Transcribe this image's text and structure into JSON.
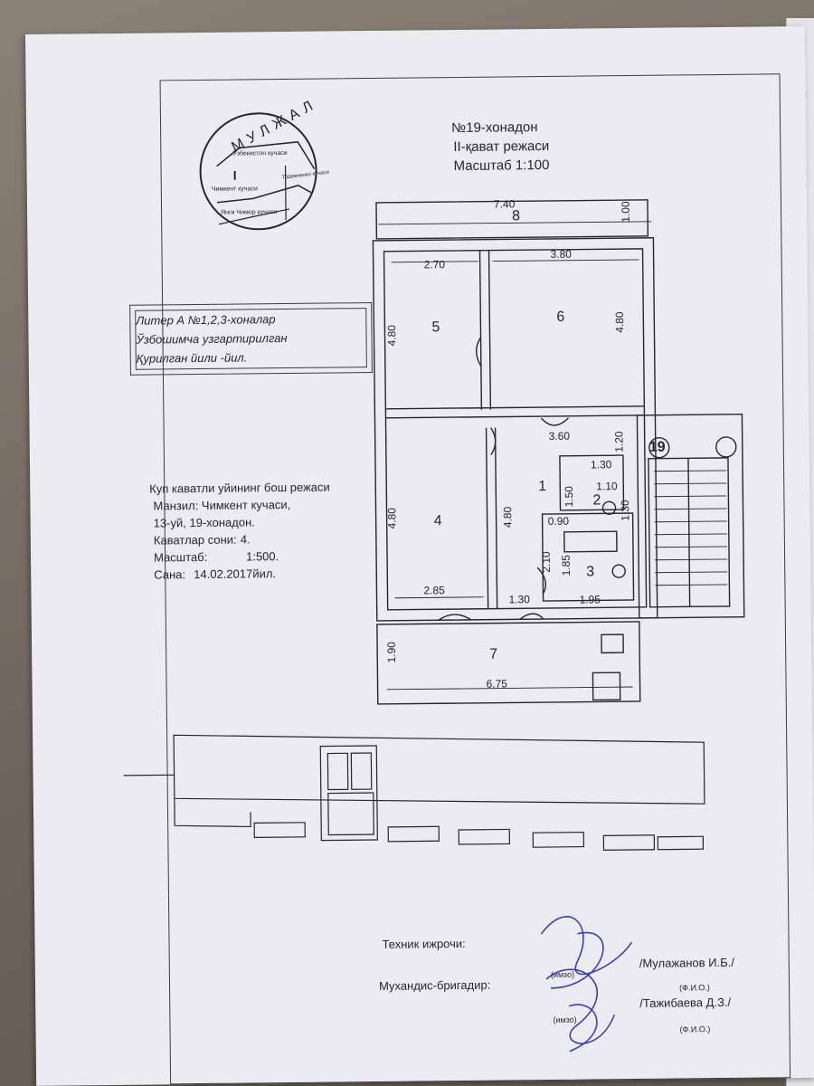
{
  "header": {
    "line1": "№19-хонадон",
    "line2": "II-қават режаси",
    "line3": "Масштаб 1:100"
  },
  "map_badge": {
    "title": "МУЛЖАЛ",
    "street1": "Ўзбекистон кучаси",
    "street2": "Т.Шевченко кучаси",
    "street3": "Чимкент кучаси",
    "street4": "Янги Чимор кучаси",
    "marker": "I"
  },
  "litera_box": {
    "line1": "Литер А №1,2,3-хоналар",
    "line2": "Ўзбошимча узгартирилган",
    "line3": "Қурилган йили              -йил."
  },
  "info": {
    "line1": "Куп каватли уйининг бош режаси",
    "line2": "Манзил: Чимкент кучаси,",
    "line3": "13-уй, 19-хонадон.",
    "floors_label": "Каватлар сони:",
    "floors_value": "4.",
    "scale_label": "Масштаб:",
    "scale_value": "1:500.",
    "date_label": "Сана:",
    "date_value": "14.02.2017йил."
  },
  "plan": {
    "rooms": [
      "1",
      "2",
      "3",
      "4",
      "5",
      "6",
      "7",
      "8",
      "19"
    ],
    "dims": {
      "d740": "7.40",
      "d100": "1.00",
      "d270": "2.70",
      "d380": "3.80",
      "d480a": "4.80",
      "d480b": "4.80",
      "d360": "3.60",
      "d120": "1.20",
      "d130a": "1.30",
      "d110": "1.10",
      "d150": "1.50",
      "d130b": "1.30",
      "d090": "0.90",
      "d480c": "4.80",
      "d480d": "4.80",
      "d210": "2.10",
      "d185": "1.85",
      "d285": "2.85",
      "d130c": "1.30",
      "d195": "1.95",
      "d190": "1.90",
      "d675": "6.75"
    }
  },
  "signatures": {
    "tech_label": "Техник ижрочи:",
    "tech_name": "/Мулажанов И.Б./",
    "imzo1": "(имзо)",
    "fio1": "(Ф.И.О.)",
    "eng_label": "Мухандис-бригадир:",
    "eng_name": "/Тажибаева Д.З./",
    "imzo2": "(имзо)",
    "fio2": "(Ф.И.О.)"
  },
  "colors": {
    "paper": "#ecebf2",
    "ink": "#25252e",
    "signature": "#3b3fb0"
  }
}
